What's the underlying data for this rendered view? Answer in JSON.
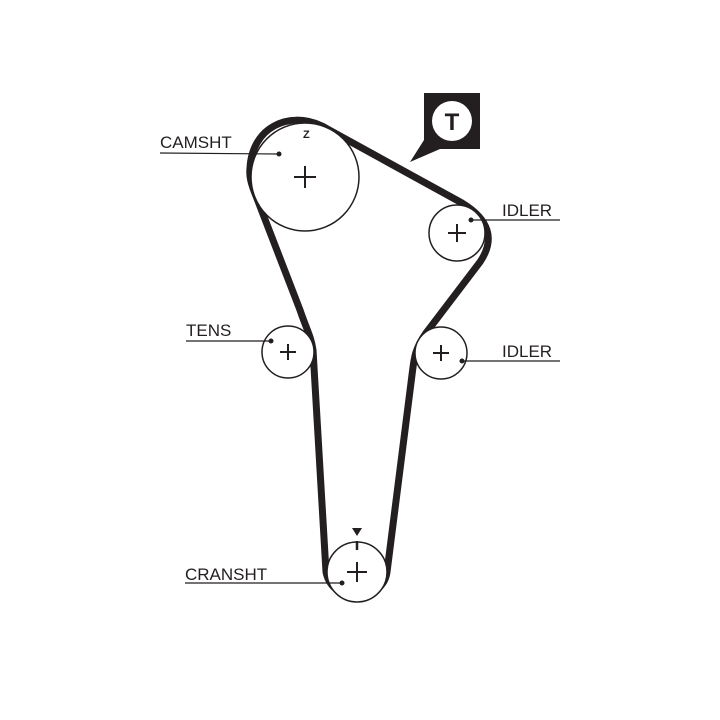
{
  "diagram": {
    "labels": {
      "camshaft": "CAMSHT",
      "idler_top": "IDLER",
      "tensioner": "TENS",
      "idler_bottom": "IDLER",
      "crankshaft": "CRANSHT"
    },
    "camshaft_mark": "Z",
    "badge_letter": "T",
    "colors": {
      "ink": "#231f20",
      "background": "#ffffff"
    }
  }
}
